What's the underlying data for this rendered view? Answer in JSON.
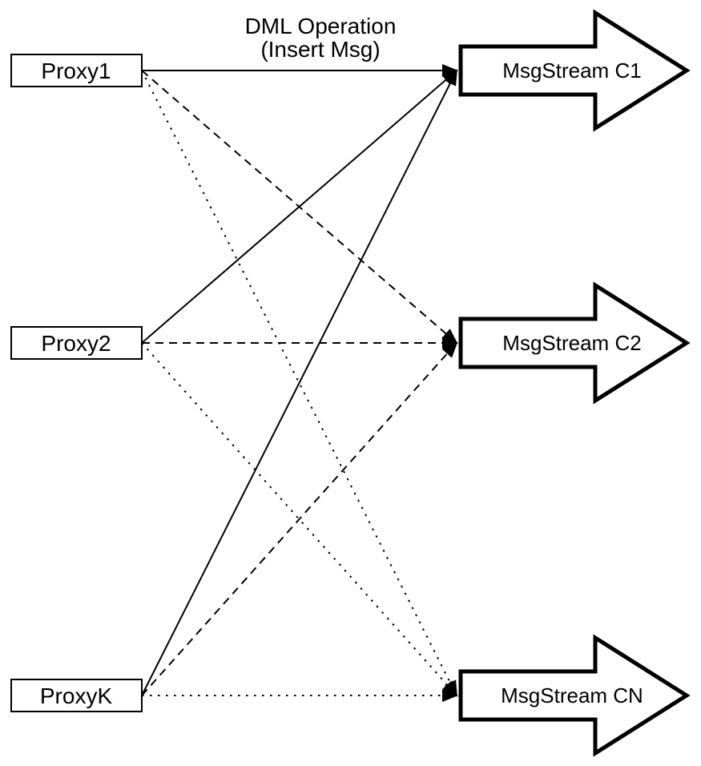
{
  "title": {
    "line1": "DML Operation",
    "line2": "(Insert Msg)"
  },
  "proxies": [
    {
      "label": "Proxy1"
    },
    {
      "label": "Proxy2"
    },
    {
      "label": "ProxyK"
    }
  ],
  "streams": [
    {
      "label": "MsgStream C1"
    },
    {
      "label": "MsgStream C2"
    },
    {
      "label": "MsgStream CN"
    }
  ],
  "edges": [
    {
      "from": "Proxy1",
      "to": "MsgStream C1",
      "style": "solid"
    },
    {
      "from": "Proxy2",
      "to": "MsgStream C1",
      "style": "solid"
    },
    {
      "from": "ProxyK",
      "to": "MsgStream C1",
      "style": "solid"
    },
    {
      "from": "Proxy1",
      "to": "MsgStream C2",
      "style": "dashed"
    },
    {
      "from": "Proxy2",
      "to": "MsgStream C2",
      "style": "dashed"
    },
    {
      "from": "ProxyK",
      "to": "MsgStream C2",
      "style": "dashed"
    },
    {
      "from": "Proxy1",
      "to": "MsgStream CN",
      "style": "dotted"
    },
    {
      "from": "Proxy2",
      "to": "MsgStream CN",
      "style": "dotted"
    },
    {
      "from": "ProxyK",
      "to": "MsgStream CN",
      "style": "dotted"
    }
  ],
  "colors": {
    "stroke": "#000000",
    "fill": "#ffffff",
    "background": "#ffffff"
  }
}
